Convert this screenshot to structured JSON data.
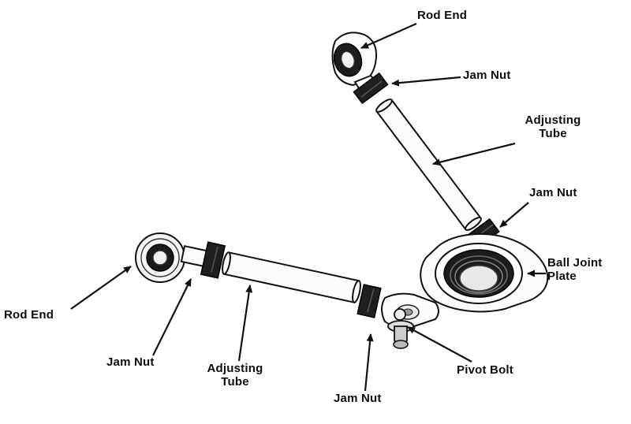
{
  "figure": {
    "type": "technical-line-diagram",
    "background_color": "#ffffff",
    "line_color": "#111111",
    "labels": [
      {
        "id": "rod-end-top",
        "text": "Rod End"
      },
      {
        "id": "jam-nut-upper",
        "text": "Jam Nut"
      },
      {
        "id": "adjusting-tube-upper",
        "text": "Adjusting\nTube"
      },
      {
        "id": "jam-nut-right",
        "text": "Jam Nut"
      },
      {
        "id": "ball-joint-plate",
        "text": "Ball Joint\nPlate"
      },
      {
        "id": "pivot-bolt",
        "text": "Pivot Bolt"
      },
      {
        "id": "jam-nut-bottom",
        "text": "Jam Nut"
      },
      {
        "id": "adjusting-tube-lower",
        "text": "Adjusting\nTube"
      },
      {
        "id": "jam-nut-lower-left",
        "text": "Jam Nut"
      },
      {
        "id": "rod-end-left",
        "text": "Rod End"
      }
    ]
  }
}
